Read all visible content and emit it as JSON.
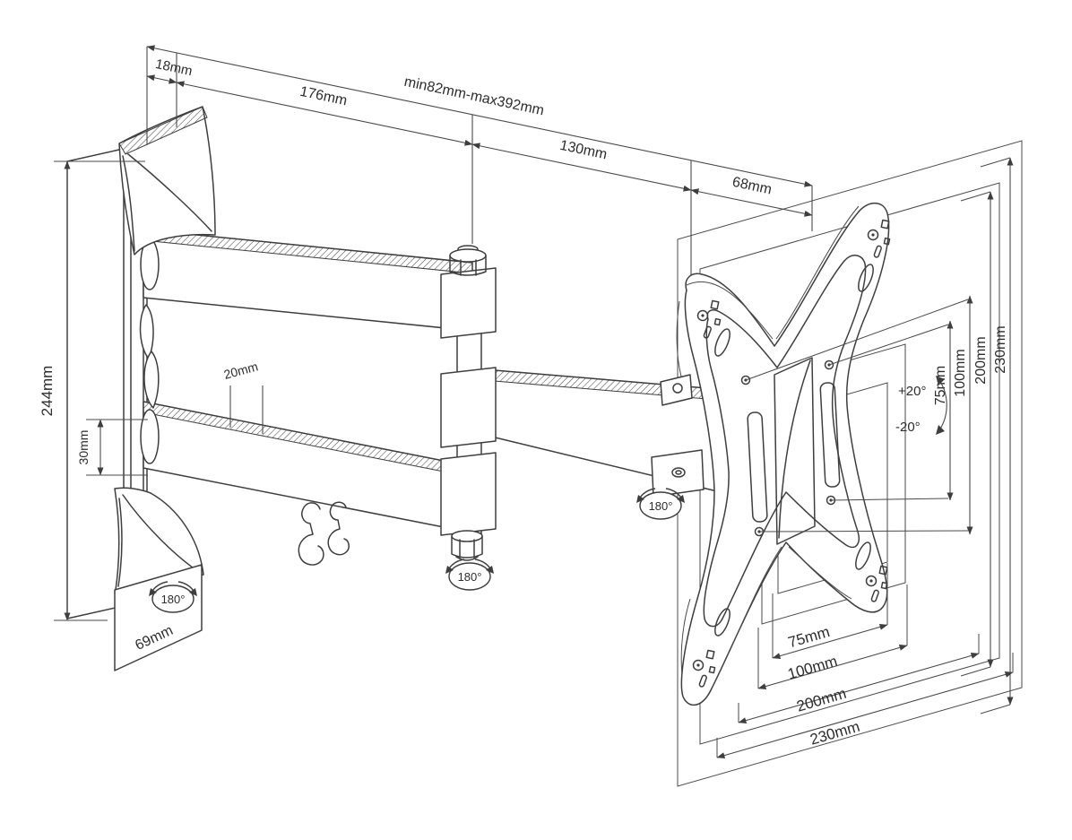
{
  "diagram_type": "tv-wall-mount-dimension-drawing",
  "colors": {
    "line": "#3e3e3e",
    "text": "#2d2d2d",
    "background": "#ffffff"
  },
  "top_dimensions": {
    "wall_gap": "18mm",
    "first_arm": "176mm",
    "extension_range": "min82mm-max392mm",
    "second_arm": "130mm",
    "plate_depth": "68mm"
  },
  "left_dimensions": {
    "total_height": "244mm",
    "arm_thickness": "30mm",
    "arm_face": "20mm",
    "base_depth": "69mm"
  },
  "right_dimensions": {
    "tilt_up": "+20°",
    "tilt_down": "-20°",
    "heights": [
      "75mm",
      "100mm",
      "200mm",
      "230mm"
    ]
  },
  "bottom_dimensions": {
    "widths": [
      "75mm",
      "100mm",
      "200mm",
      "230mm"
    ]
  },
  "rotation": {
    "wall": "180°",
    "elbow": "180°",
    "plate": "180°"
  }
}
